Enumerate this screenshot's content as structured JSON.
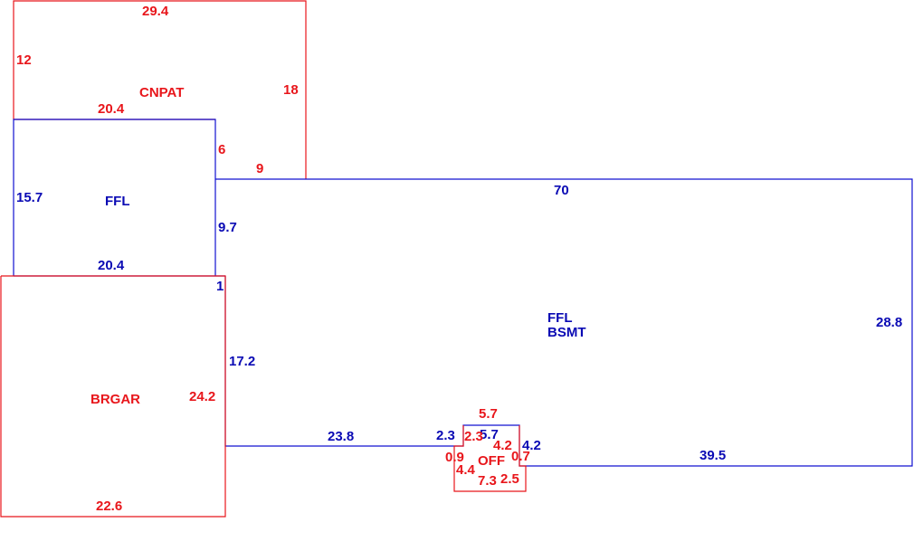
{
  "colors": {
    "red": "#e8161b",
    "blue": "#0a0ab4",
    "background": "#ffffff"
  },
  "areas": {
    "cnpat": {
      "name": "CNPAT"
    },
    "ffl": {
      "name": "FFL"
    },
    "ffl_bsmt": {
      "line1": "FFL",
      "line2": "BSMT"
    },
    "brgar": {
      "name": "BRGAR"
    },
    "off": {
      "name": "OFF"
    }
  },
  "dimensions": {
    "cnpat_top": "29.4",
    "cnpat_left": "12",
    "cnpat_right": "18",
    "cnpat_bottom": "20.4",
    "cnpat_step_vertical": "6",
    "cnpat_step_horizontal": "9",
    "ffl_left": "15.7",
    "ffl_right": "9.7",
    "ffl_bottom": "20.4",
    "bsmt_top": "70",
    "bsmt_right": "28.8",
    "bsmt_small_step": "1",
    "bsmt_left": "17.2",
    "bsmt_bottom_left": "23.8",
    "bsmt_notch_left": "2.3",
    "bsmt_notch_top": "5.7",
    "bsmt_notch_right": "4.2",
    "bsmt_bottom_right": "39.5",
    "brgar_right": "24.2",
    "brgar_bottom": "22.6",
    "off_top": "5.7",
    "off_left_upper": "2.3",
    "off_right_upper": "4.2",
    "off_left_step": "0.9",
    "off_right_step": "0.7",
    "off_left_lower": "4.4",
    "off_bottom": "7.3",
    "off_bottom_right": "2.5"
  }
}
